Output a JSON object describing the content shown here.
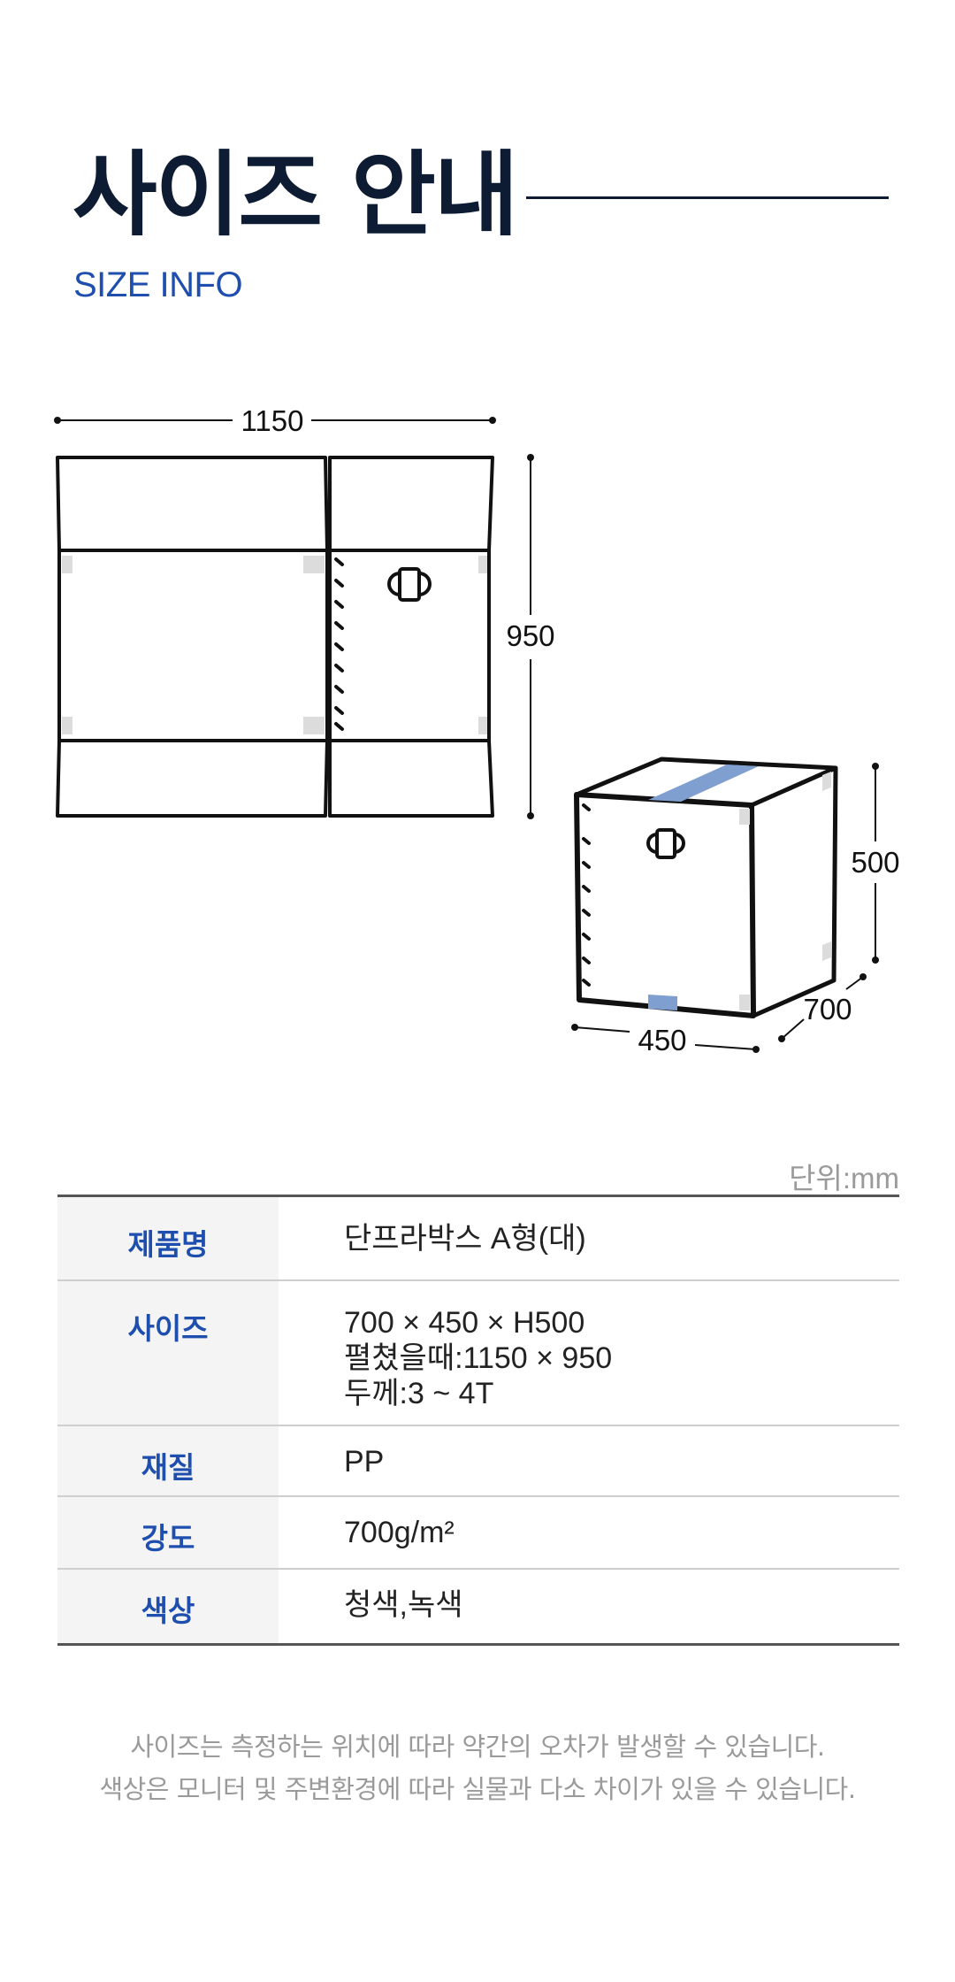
{
  "header": {
    "title": "사이즈 안내",
    "subtitle": "SIZE INFO"
  },
  "diagram": {
    "unfolded_width": "1150",
    "unfolded_height": "950",
    "box_height": "500",
    "box_depth": "700",
    "box_width": "450"
  },
  "spec": {
    "unit_note": "단위:mm",
    "rows": [
      {
        "label": "제품명",
        "lines": [
          "단프라박스 A형(대)"
        ]
      },
      {
        "label": "사이즈",
        "lines": [
          "700 × 450 × H500",
          "펼쳤을때:1150 × 950",
          "두께:3 ~ 4T"
        ]
      },
      {
        "label": "재질",
        "lines": [
          "PP"
        ]
      },
      {
        "label": "강도",
        "lines": [
          "700g/m²"
        ]
      },
      {
        "label": "색상",
        "lines": [
          "청색,녹색"
        ]
      }
    ]
  },
  "notes": [
    "사이즈는 측정하는 위치에 따라 약간의 오차가 발생할 수 있습니다.",
    "색상은 모니터 및 주변환경에 따라 실물과 다소 차이가 있을 수 있습니다."
  ],
  "colors": {
    "title": "#0d1b33",
    "accent": "#1f4fae",
    "tape": "#7f9fd1"
  }
}
